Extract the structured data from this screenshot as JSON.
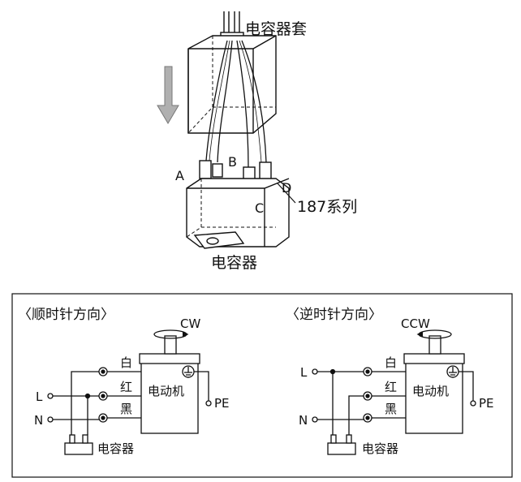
{
  "assembly": {
    "cover_label": "电容器套",
    "capacitor_label": "电容器",
    "terminal_series_label": "187系列",
    "terminals": [
      "A",
      "B",
      "C",
      "D"
    ]
  },
  "panel_cw": {
    "title": "〈顺时针方向〉",
    "rotation_label": "CW",
    "wire_white": "白",
    "wire_red": "红",
    "wire_black": "黑",
    "motor_label": "电动机",
    "pe_label": "PE",
    "l_label": "L",
    "n_label": "N",
    "capacitor_label": "电容器"
  },
  "panel_ccw": {
    "title": "〈逆时针方向〉",
    "rotation_label": "CCW",
    "wire_white": "白",
    "wire_red": "红",
    "wire_black": "黑",
    "motor_label": "电动机",
    "pe_label": "PE",
    "l_label": "L",
    "n_label": "N",
    "capacitor_label": "电容器"
  },
  "colors": {
    "line": "#111111",
    "shade": "#e6e6e6",
    "arrow": "#b0b0b0"
  },
  "icons": [
    "down-arrow-icon",
    "rotation-arrow-icon",
    "ground-icon",
    "terminal-circle-icon"
  ]
}
